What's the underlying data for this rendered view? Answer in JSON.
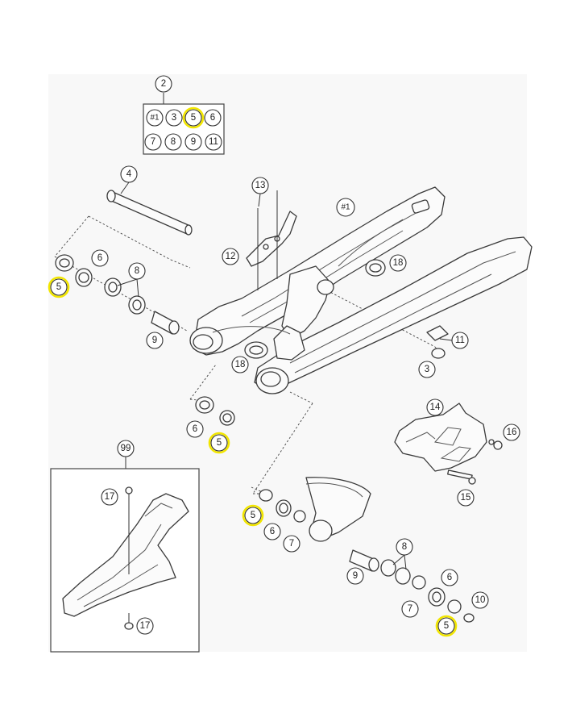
{
  "colors": {
    "highlight": "#f2e600",
    "line": "#333333",
    "background": "#f8f8f8"
  },
  "kit_box": {
    "header": "2",
    "row1": [
      "#1",
      "3",
      "5",
      "6"
    ],
    "row2": [
      "7",
      "8",
      "9",
      "11"
    ]
  },
  "callouts": {
    "c4": "4",
    "c13": "13",
    "c1": "#1",
    "c12": "12",
    "c18a": "18",
    "c6a": "6",
    "c5a": "5",
    "c8a": "8",
    "c9a": "9",
    "c11": "11",
    "c3": "3",
    "c18b": "18",
    "c6b": "6",
    "c5b": "5",
    "c14": "14",
    "c16": "16",
    "c15": "15",
    "c99": "99",
    "c17a": "17",
    "c17b": "17",
    "c5c": "5",
    "c6c": "6",
    "c7a": "7",
    "c8b": "8",
    "c9b": "9",
    "c6d": "6",
    "c10": "10",
    "c7b": "7",
    "c5d": "5"
  }
}
